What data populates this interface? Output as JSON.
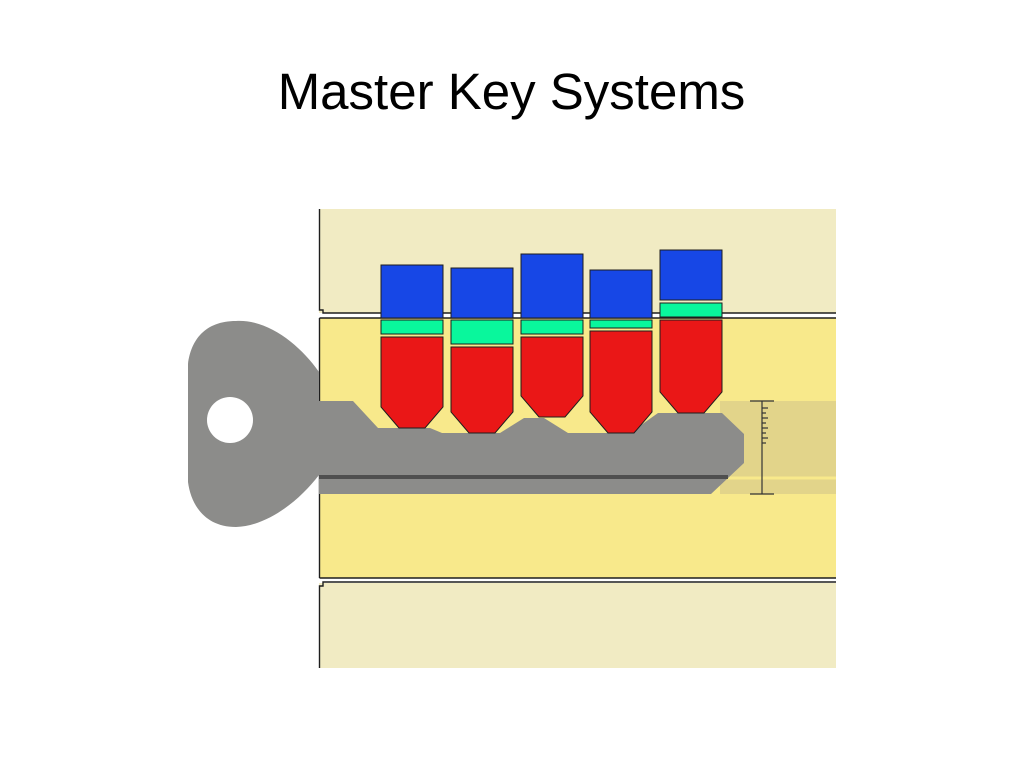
{
  "title": "Master Key Systems",
  "colors": {
    "housing": "#f1ebc3",
    "plug": "#f8e98b",
    "key": "#8c8c8a",
    "key_hole": "#ffffff",
    "key_groove": "#4f4f4f",
    "shear_band": "#e2d48a",
    "top_pin": "#1747e6",
    "master_wafer": "#09f79c",
    "bottom_pin": "#ea1717",
    "outline": "#1e1e1e",
    "gauge": "#333333"
  },
  "pins": [
    {
      "top": "top-pin-1",
      "wafer": "master-wafer-1",
      "bottom": "bottom-pin-1"
    },
    {
      "top": "top-pin-2",
      "wafer": "master-wafer-2",
      "bottom": "bottom-pin-2"
    },
    {
      "top": "top-pin-3",
      "wafer": "master-wafer-3",
      "bottom": "bottom-pin-3"
    },
    {
      "top": "top-pin-4",
      "wafer": "master-wafer-4",
      "bottom": "bottom-pin-4"
    },
    {
      "top": "top-pin-5",
      "wafer": "master-wafer-5",
      "bottom": "bottom-pin-5"
    }
  ]
}
